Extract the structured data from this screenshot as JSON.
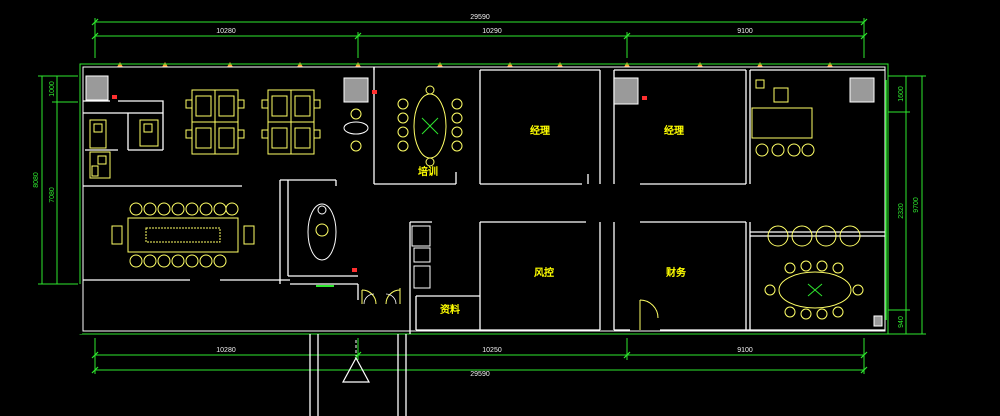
{
  "dimensions": {
    "top_total": "29590",
    "top_segments": [
      "10280",
      "10290",
      "9100"
    ],
    "bottom_total": "29590",
    "bottom_segments": [
      "10280",
      "10250",
      "9100"
    ],
    "left_outer": "8080",
    "left_inner": [
      "1000",
      "7080"
    ],
    "right_outer": "9700",
    "right_inner": [
      "1600",
      "2320",
      "940"
    ]
  },
  "rooms": {
    "training": "培训",
    "manager_1": "经理",
    "manager_2": "经理",
    "risk_control": "风控",
    "finance": "财务",
    "archives": "资料"
  },
  "colors": {
    "background": "#000000",
    "wall": "#ffffff",
    "furniture": "#ffff66",
    "dimension": "#2ee82e",
    "text": "#ffff00"
  }
}
